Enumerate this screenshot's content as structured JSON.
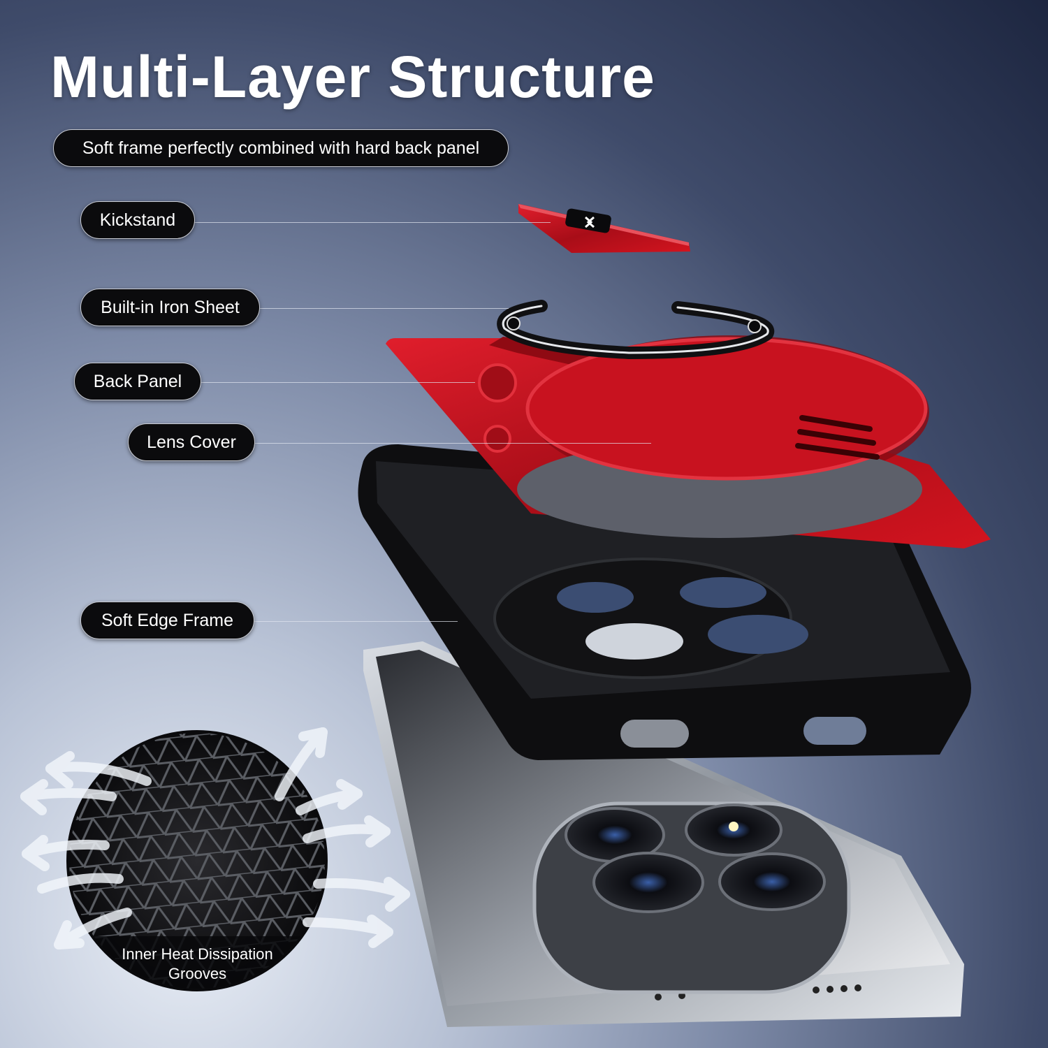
{
  "title": "Multi-Layer Structure",
  "subtitle": "Soft frame perfectly combined with hard back panel",
  "labels": {
    "kickstand": "Kickstand",
    "iron_sheet": "Built-in Iron Sheet",
    "back_panel": "Back Panel",
    "lens_cover": "Lens Cover",
    "soft_edge_frame": "Soft Edge Frame"
  },
  "inset": {
    "caption_line1": "Inner Heat Dissipation",
    "caption_line2": "Grooves"
  },
  "colors": {
    "accent_red": "#c0121f",
    "frame_black": "#0e0e10",
    "background_dark": "#1d2640"
  }
}
